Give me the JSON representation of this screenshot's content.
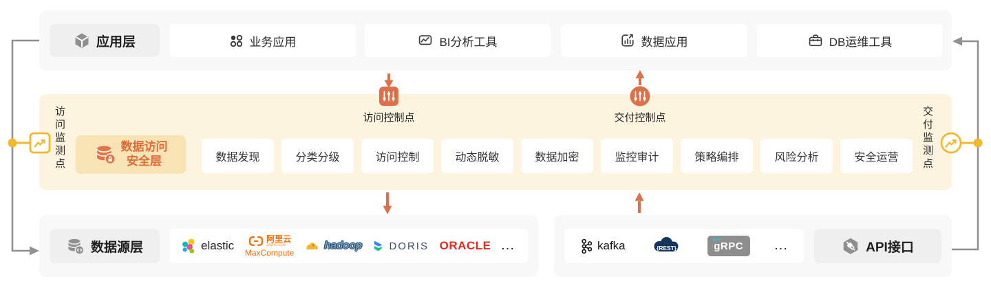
{
  "app_layer": {
    "label": "应用层",
    "items": [
      "业务应用",
      "BI分析工具",
      "数据应用",
      "DB运维工具"
    ]
  },
  "security_layer": {
    "title_line1": "数据访问",
    "title_line2": "安全层",
    "items": [
      "数据发现",
      "分类分级",
      "访问控制",
      "动态脱敏",
      "数据加密",
      "监控审计",
      "策略编排",
      "风险分析",
      "安全运营"
    ]
  },
  "source_layer": {
    "label": "数据源层",
    "api_label": "API接口"
  },
  "annotations": {
    "access_control_point": "访问控制点",
    "delivery_control_point": "交付控制点",
    "access_monitor_point": "访问监测点",
    "delivery_monitor_point": "交付监测点"
  },
  "logos": {
    "elastic": "elastic",
    "aliyun": "阿里云",
    "aliyun_domain": "aliyun.com",
    "maxcompute": "MaxCompute",
    "hadoop": "hadoop",
    "doris": "DORIS",
    "oracle": "ORACLE",
    "more_sources": "...",
    "kafka": "kafka",
    "rest": "{REST}",
    "grpc": "gRPC",
    "more_interfaces": "..."
  },
  "icons": {
    "hexagon-box-icon": "应用层",
    "apps-grid-icon": "业务应用",
    "monitor-chart-icon": "BI分析工具",
    "bar-chart-arrow-icon": "数据应用",
    "toolbox-icon": "DB运维工具",
    "database-lock-icon": "数据访问安全层",
    "database-code-icon": "数据源层",
    "hexagon-plug-icon": "API接口",
    "sliders-icon": "控制点",
    "trend-icon": "监测点"
  },
  "colors": {
    "accent_orange": "#dd7048",
    "accent_yellow": "#f2b82e",
    "security_bg": "#fcf4df",
    "security_label_bg": "#f8e3b4",
    "layer_bg": "#f8f8f8",
    "pill_bg": "#efefef",
    "line_gray": "#909090",
    "aliyun_orange": "#ff6a00",
    "oracle_red": "#e8281e",
    "rest_navy": "#14365c",
    "grpc_gray": "#8d8d8d"
  }
}
